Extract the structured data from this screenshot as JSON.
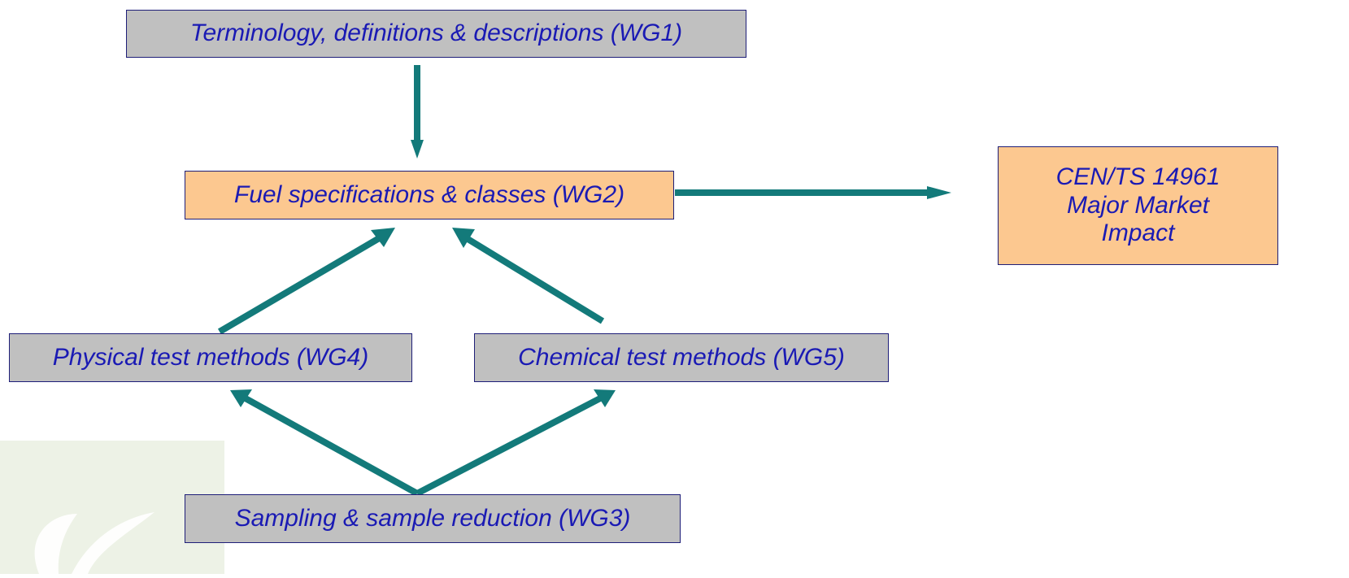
{
  "diagram": {
    "wg1": {
      "label": "Terminology, definitions & descriptions (WG1)"
    },
    "wg2": {
      "label": "Fuel specifications & classes (WG2)"
    },
    "wg3": {
      "label": "Sampling & sample reduction (WG3)"
    },
    "wg4": {
      "label": "Physical test methods (WG4)"
    },
    "wg5": {
      "label": "Chemical test methods (WG5)"
    },
    "outcome": {
      "line1": "CEN/TS 14961",
      "line2": "Major Market",
      "line3": "Impact"
    }
  },
  "colors": {
    "arrow": "#137a7a",
    "box_gray": "#c0c0c0",
    "box_orange": "#fcc890",
    "box_border": "#1e1e78",
    "text": "#1a1ab4",
    "decor_panel": "#edf2e6"
  }
}
